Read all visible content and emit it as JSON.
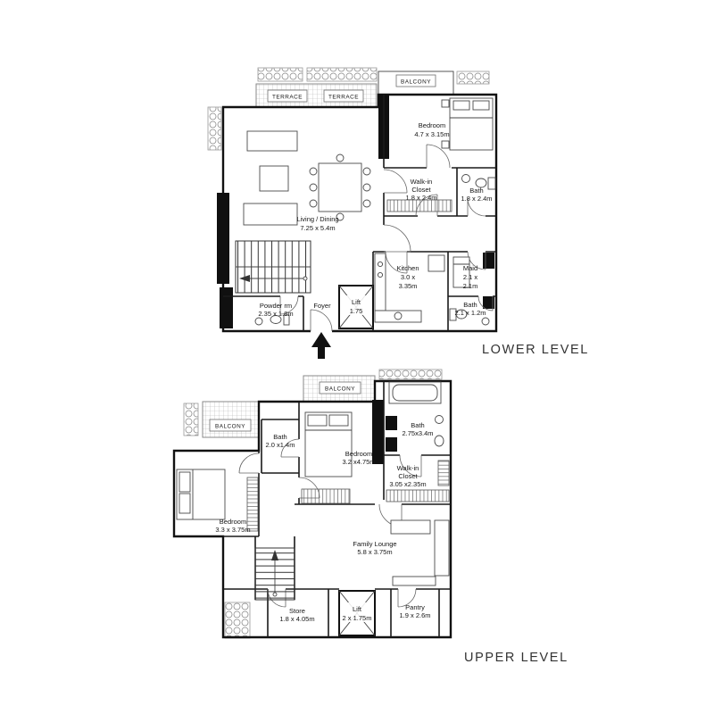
{
  "lower": {
    "level_label": "LOWER LEVEL",
    "rooms": {
      "terrace1": {
        "name": "TERRACE"
      },
      "terrace2": {
        "name": "TERRACE"
      },
      "balcony": {
        "name": "BALCONY"
      },
      "bedroom": {
        "name": "Bedroom",
        "dims": "4.7 x 3.15m"
      },
      "walkin": {
        "line1": "Walk-in",
        "line2": "Closet",
        "dims": "1.8 x 2.4m"
      },
      "bath_ensuite": {
        "name": "Bath",
        "dims": "1.8 x 2.4m"
      },
      "living": {
        "name": "Living / Dining",
        "dims": "7.25 x 5.4m"
      },
      "kitchen": {
        "name": "Kitchen",
        "dims1": "3.0 x",
        "dims2": "3.35m"
      },
      "maid": {
        "name": "Maid",
        "dims1": "2.1 x",
        "dims2": "2.1m"
      },
      "bath_maid": {
        "name": "Bath",
        "dims": "2.1 x 1.2m"
      },
      "powder": {
        "name": "Powder rm",
        "dims": "2.35 x 1.8m"
      },
      "foyer": {
        "name": "Foyer"
      },
      "lift": {
        "name": "Lift",
        "dims": "1.75"
      }
    }
  },
  "upper": {
    "level_label": "UPPER LEVEL",
    "rooms": {
      "balcony_top": {
        "name": "BALCONY"
      },
      "balcony_left": {
        "name": "BALCONY"
      },
      "bath_master": {
        "name": "Bath",
        "dims": "2.75x3.4m"
      },
      "bedroom_master": {
        "name": "Bedroom",
        "dims": "3.2 x4.75m"
      },
      "bath_small": {
        "name": "Bath",
        "dims": "2.0 x1.4m"
      },
      "walkin": {
        "line1": "Walk-in",
        "line2": "Closet",
        "dims": "3.05 x2.35m"
      },
      "bedroom_left": {
        "name": "Bedroom",
        "dims": "3.3 x 3.75m"
      },
      "family": {
        "name": "Family Lounge",
        "dims": "5.8 x 3.75m"
      },
      "store": {
        "name": "Store",
        "dims": "1.8 x 4.05m"
      },
      "lift": {
        "name": "Lift",
        "dims": "2 x 1.75m"
      },
      "pantry": {
        "name": "Pantry",
        "dims": "1.9 x 2.6m"
      }
    }
  }
}
